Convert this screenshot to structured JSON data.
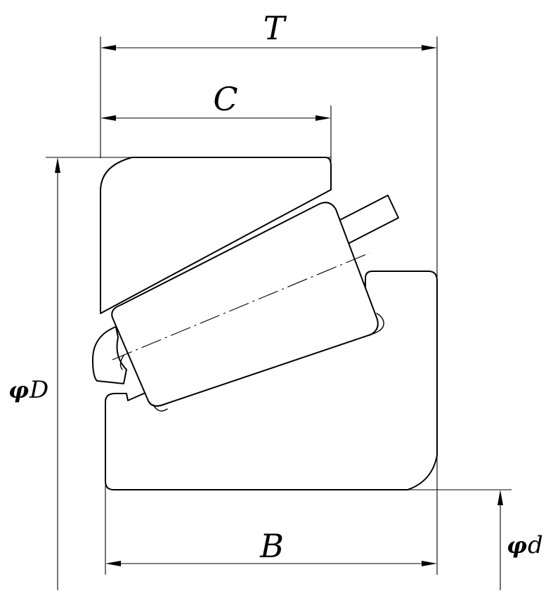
{
  "dimensions": {
    "T": "T",
    "C": "C",
    "B": "B",
    "D_symbol": "φ",
    "D": "D",
    "d_symbol": "φ",
    "d": "d"
  }
}
